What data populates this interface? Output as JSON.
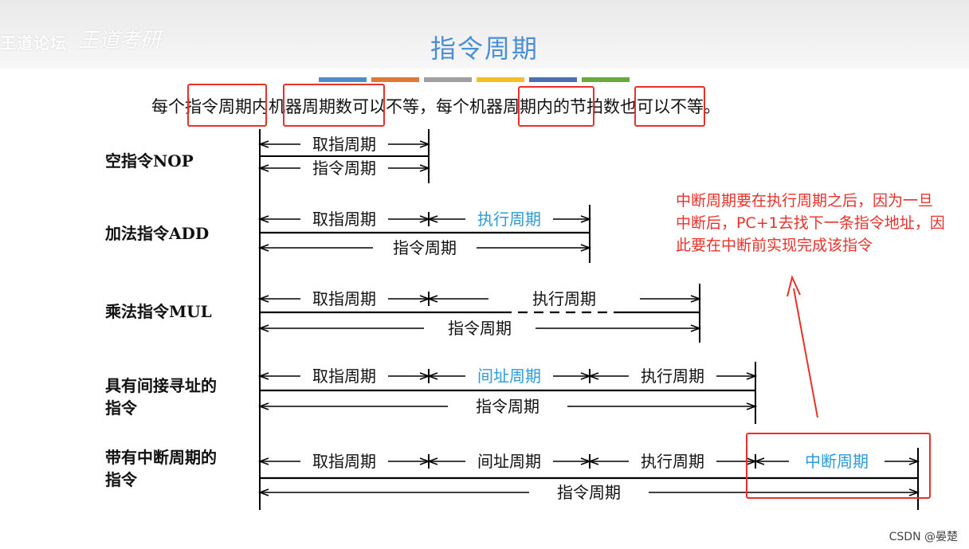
{
  "watermark": {
    "text": "王道论坛",
    "signature": "王道考研"
  },
  "title": "指令周期",
  "accent_bars": [
    "#4f8ccc",
    "#e2773a",
    "#a0a0a0",
    "#f2bf25",
    "#4c6fb1",
    "#6aaa3c"
  ],
  "description": "每个指令周期内机器周期数可以不等，每个机器周期内的节拍数也可以不等。",
  "colors": {
    "title": "#4a8fd6",
    "highlight": "#2e9bd7",
    "red": "#e8312a",
    "line": "#000000"
  },
  "rows": [
    {
      "label": "空指令NOP",
      "segments": [
        "取指周期"
      ],
      "total": "指令周期"
    },
    {
      "label": "加法指令ADD",
      "segments": [
        "取指周期",
        "执行周期"
      ],
      "total": "指令周期"
    },
    {
      "label": "乘法指令MUL",
      "segments": [
        "取指周期",
        "执行周期"
      ],
      "total": "指令周期"
    },
    {
      "label": "具有间接寻址的指令",
      "segments": [
        "取指周期",
        "间址周期",
        "执行周期"
      ],
      "total": "指令周期"
    },
    {
      "label": "带有中断周期的指令",
      "segments": [
        "取指周期",
        "间址周期",
        "执行周期",
        "中断周期"
      ],
      "total": "指令周期"
    }
  ],
  "note": "中断周期要在执行周期之后，因为一旦中断后，PC+1去找下一条指令地址，因此要在中断前实现完成该指令",
  "credit": "CSDN @晏楚"
}
